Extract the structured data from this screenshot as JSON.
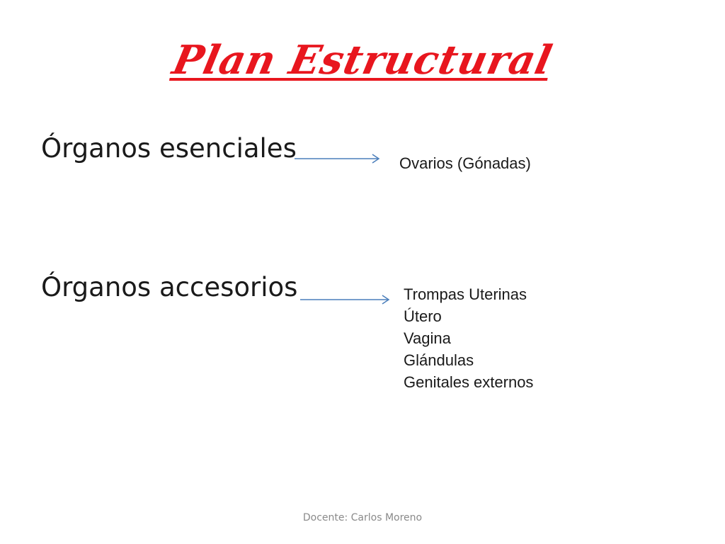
{
  "slide": {
    "title": "Plan Estructural",
    "sections": [
      {
        "heading": "Órganos esenciales",
        "items": [
          "Ovarios (Gónadas)"
        ]
      },
      {
        "heading": "Órganos accesorios",
        "items": [
          "Trompas Uterinas",
          "Útero",
          "Vagina",
          "Glándulas",
          "Genitales externos"
        ]
      }
    ],
    "footer": "Docente: Carlos Moreno"
  },
  "colors": {
    "title": "#e8161e",
    "arrow": "#4a7ebb",
    "text": "#1a1a1a",
    "footer": "#8a8a8a"
  }
}
